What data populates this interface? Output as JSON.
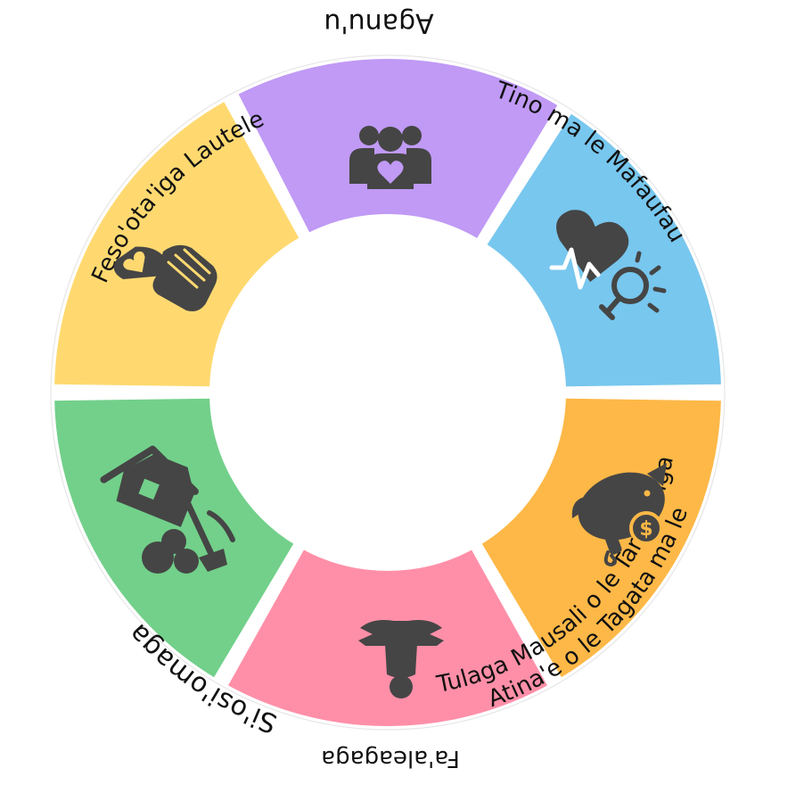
{
  "wheel": {
    "center_fill": "#ffffff",
    "segments": [
      {
        "id": "aganu",
        "label": "Aganu'u",
        "color": "#C09AF5",
        "icon": "family-heart-icon"
      },
      {
        "id": "tino",
        "label": "Tino ma le Mafaufau",
        "color": "#78C7EE",
        "icon": "heart-lightbulb-icon"
      },
      {
        "id": "atinae",
        "label_lines": [
          "Atina'e o le Tagata ma le",
          "Tulaga Mausali o le Tamaoaiga"
        ],
        "color": "#FDB847",
        "icon": "piggy-bank-icon"
      },
      {
        "id": "faaleagaga",
        "label": "Fa'aleagaga",
        "color": "#FF8FA8",
        "icon": "praying-person-icon"
      },
      {
        "id": "siosiomaga",
        "label": "Si'osi'omaga",
        "color": "#72D08A",
        "icon": "house-tree-icon"
      },
      {
        "id": "fesootaiga",
        "label": "Feso'ota'iga Lautele",
        "color": "#FFD970",
        "icon": "helping-hand-icon"
      }
    ]
  }
}
